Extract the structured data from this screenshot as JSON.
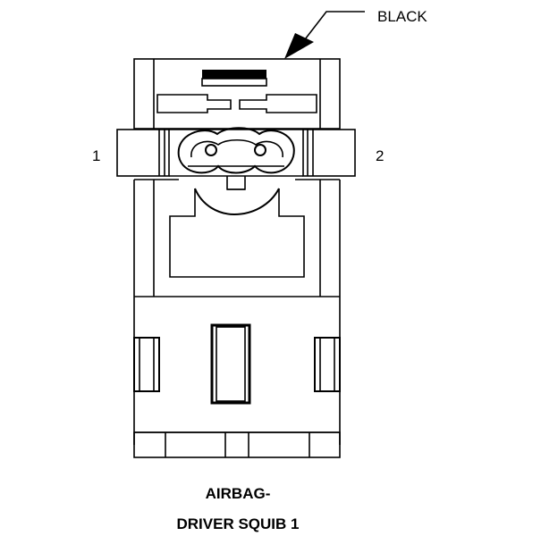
{
  "diagram": {
    "callout_label": "BLACK",
    "pin_left_label": "1",
    "pin_right_label": "2",
    "title_line1": "AIRBAG-",
    "title_line2": "DRIVER SQUIB 1"
  },
  "colors": {
    "line": "#000000",
    "background": "#ffffff"
  }
}
